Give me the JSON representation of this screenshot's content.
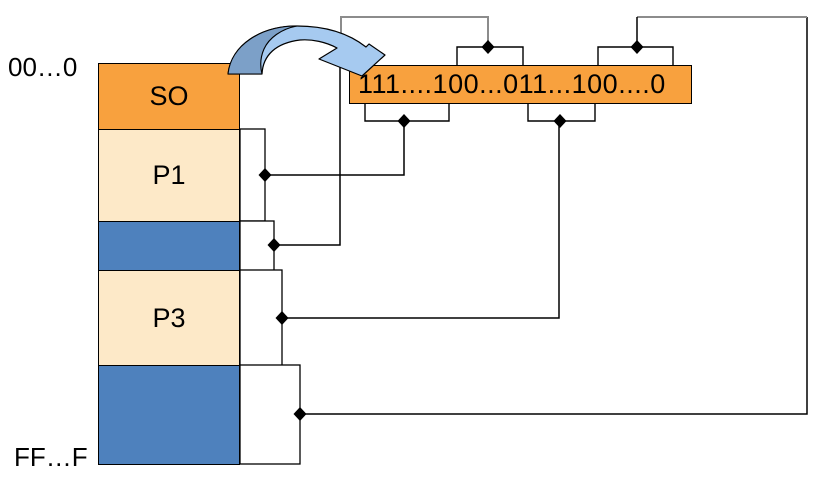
{
  "diagram": {
    "description": "Memory allocation with bitmap: memory segments mapped to bits of a bitmap word",
    "memory": {
      "top_address": "00…0",
      "bottom_address": "FF…F",
      "segments": [
        {
          "label": "SO",
          "kind": "os-segment",
          "color": "#F8A13E"
        },
        {
          "label": "P1",
          "kind": "process",
          "color": "#FDE9C8"
        },
        {
          "label": "",
          "kind": "free-hole",
          "color": "#4E81BD"
        },
        {
          "label": "P3",
          "kind": "process",
          "color": "#FDE9C8"
        },
        {
          "label": "",
          "kind": "free-hole",
          "color": "#4E81BD"
        }
      ]
    },
    "bitmap": {
      "text": "111....100...011...100....0",
      "color": "#F8A13E"
    },
    "colors": {
      "orange": "#F8A13E",
      "cream": "#FDE9C8",
      "blue": "#4E81BD",
      "arrow_light": "#A6CAF0",
      "arrow_dark": "#7CA0C8",
      "line_black": "#000000",
      "line_gray": "#8C8C8C",
      "bracket_fill": "#FFFFFF"
    }
  }
}
